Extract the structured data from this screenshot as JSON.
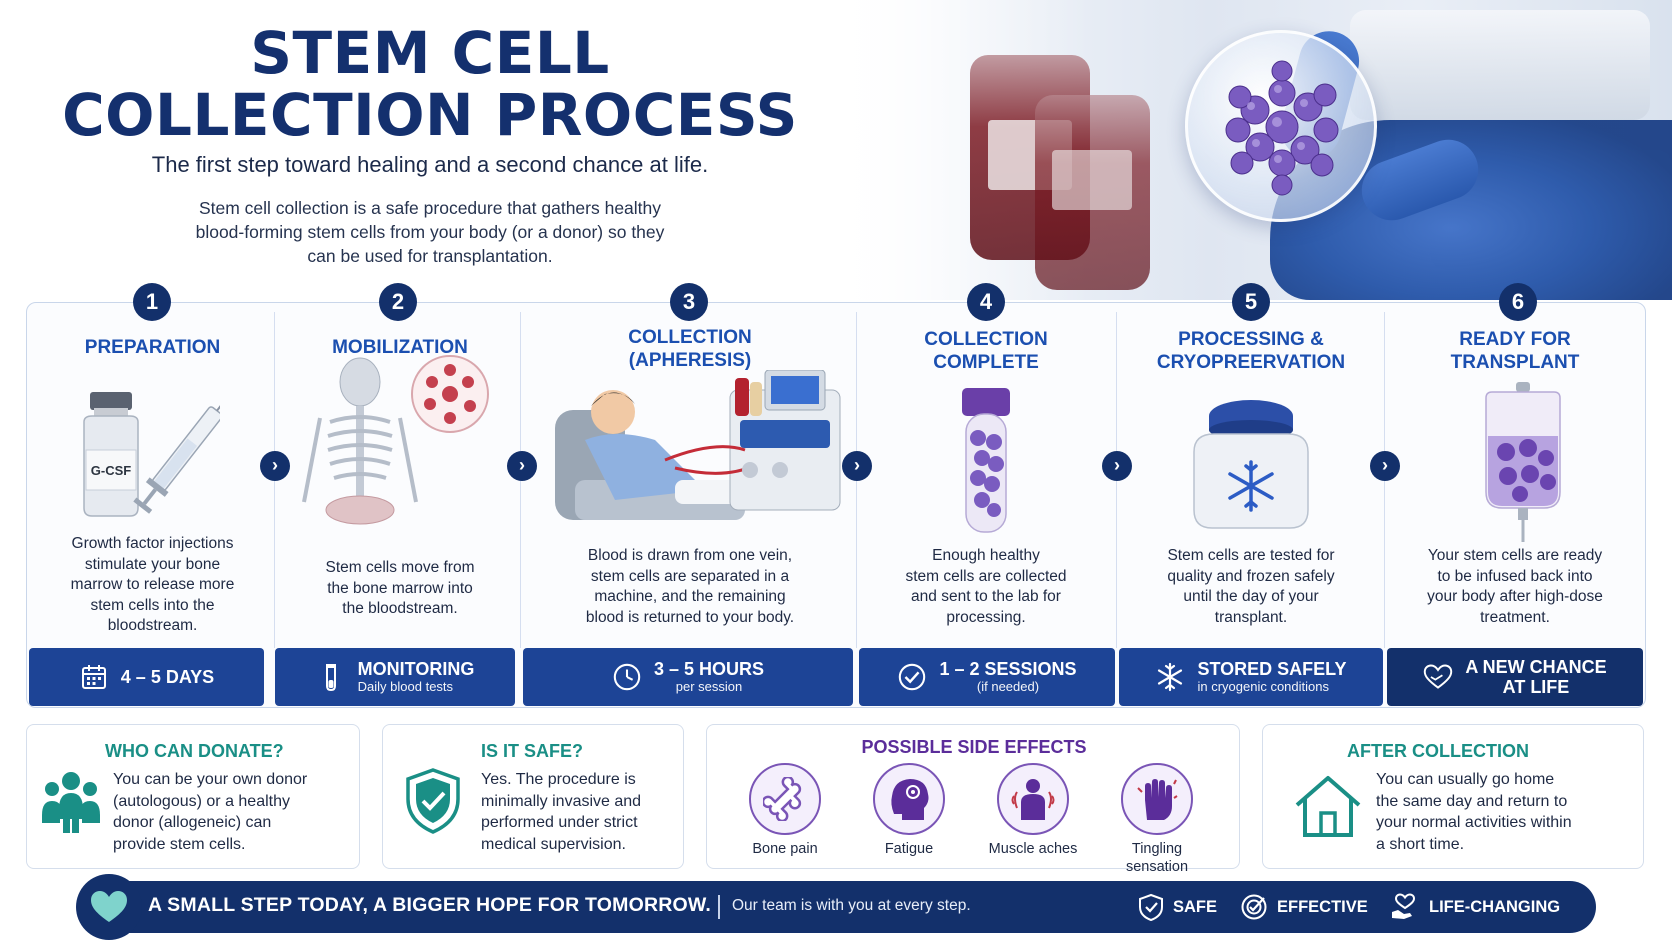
{
  "header": {
    "title_line1": "STEM CELL",
    "title_line2": "COLLECTION PROCESS",
    "subtitle": "The first step toward healing and a second chance at life.",
    "intro_line1": "Stem cell collection is a safe procedure that gathers healthy",
    "intro_line2": "blood-forming stem cells from your body (or a donor) so they",
    "intro_line3": "can be used for transplantation."
  },
  "steps": [
    {
      "number": "1",
      "title_line1": "PREPARATION",
      "title_line2": "",
      "image_label": "G-CSF",
      "desc": [
        "Growth factor injections",
        "stimulate your bone",
        "marrow to release more",
        "stem cells into the",
        "bloodstream."
      ],
      "pill_main": "4 – 5 DAYS",
      "pill_sub": "",
      "pill_icon": "calendar-icon"
    },
    {
      "number": "2",
      "title_line1": "MOBILIZATION",
      "title_line2": "",
      "desc": [
        "Stem cells move from",
        "the bone marrow into",
        "the bloodstream."
      ],
      "pill_main": "MONITORING",
      "pill_sub": "Daily blood tests",
      "pill_icon": "test-tube-icon"
    },
    {
      "number": "3",
      "title_line1": "COLLECTION",
      "title_line2": "(APHERESIS)",
      "desc": [
        "Blood is drawn from one vein,",
        "stem cells are separated in a",
        "machine, and the remaining",
        "blood is returned to your body."
      ],
      "pill_main": "3 – 5 HOURS",
      "pill_sub": "per session",
      "pill_icon": "clock-icon"
    },
    {
      "number": "4",
      "title_line1": "COLLECTION",
      "title_line2": "COMPLETE",
      "desc": [
        "Enough healthy",
        "stem cells are collected",
        "and sent to the lab for",
        "processing."
      ],
      "pill_main": "1 – 2 SESSIONS",
      "pill_sub": "(if needed)",
      "pill_icon": "check-circle-icon"
    },
    {
      "number": "5",
      "title_line1": "PROCESSING &",
      "title_line2": "CRYOPREERVATION",
      "desc": [
        "Stem cells are tested for",
        "quality and frozen safely",
        "until the day of your",
        "transplant."
      ],
      "pill_main": "STORED SAFELY",
      "pill_sub": "in cryogenic conditions",
      "pill_icon": "snowflake-icon"
    },
    {
      "number": "6",
      "title_line1": "READY FOR",
      "title_line2": "TRANSPLANT",
      "desc": [
        "Your stem cells are ready",
        "to be infused back into",
        "your body after high-dose",
        "treatment."
      ],
      "pill_main": "A NEW CHANCE",
      "pill_main2": "AT LIFE",
      "pill_sub": "",
      "pill_icon": "heart-hand-icon"
    }
  ],
  "cards": {
    "donate": {
      "title": "WHO CAN DONATE?",
      "lines": [
        "You can be your own donor",
        "(autologous) or a healthy",
        "donor (allogeneic) can",
        "provide stem cells."
      ],
      "icon": "people-group-icon"
    },
    "safe": {
      "title": "IS IT SAFE?",
      "lines": [
        "Yes. The procedure is",
        "minimally invasive and",
        "performed under strict",
        "medical supervision."
      ],
      "icon": "shield-check-icon"
    },
    "side_effects": {
      "title": "POSSIBLE SIDE EFFECTS",
      "items": [
        {
          "label": "Bone pain",
          "label2": "",
          "icon": "bone-icon"
        },
        {
          "label": "Fatigue",
          "label2": "",
          "icon": "head-fatigue-icon"
        },
        {
          "label": "Muscle aches",
          "label2": "",
          "icon": "muscle-ache-icon"
        },
        {
          "label": "Tingling",
          "label2": "sensation",
          "icon": "tingling-hand-icon"
        }
      ]
    },
    "after": {
      "title": "AFTER COLLECTION",
      "lines": [
        "You can usually go home",
        "the same day and return to",
        "your normal activities within",
        "a short time."
      ],
      "icon": "house-icon"
    }
  },
  "banner": {
    "main": "A SMALL STEP TODAY, A BIGGER HOPE FOR TOMORROW.",
    "sub": "Our team is with you at every step.",
    "badges": [
      "SAFE",
      "EFFECTIVE",
      "LIFE-CHANGING"
    ]
  },
  "colors": {
    "navy": "#13306b",
    "blue": "#1b4fb0",
    "pill_blue": "#1d4496",
    "teal": "#1a8f86",
    "purple": "#5b2d9a"
  }
}
